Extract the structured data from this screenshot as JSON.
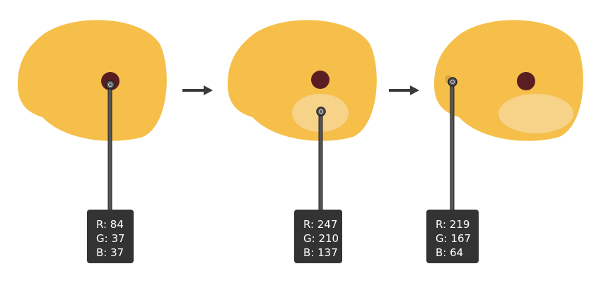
{
  "colors": {
    "face": "#f5bf4a",
    "eye": "#5a1e22",
    "cheek": "#f7d289",
    "sample3": "#dba740",
    "box": "#333333",
    "arrow": "#3a3a3a"
  },
  "steps": [
    {
      "r": "R: 84",
      "g": "G: 37",
      "b": "B: 37"
    },
    {
      "r": "R: 247",
      "g": "G: 210",
      "b": "B: 137"
    },
    {
      "r": "R: 219",
      "g": "G: 167",
      "b": "B: 64"
    }
  ]
}
